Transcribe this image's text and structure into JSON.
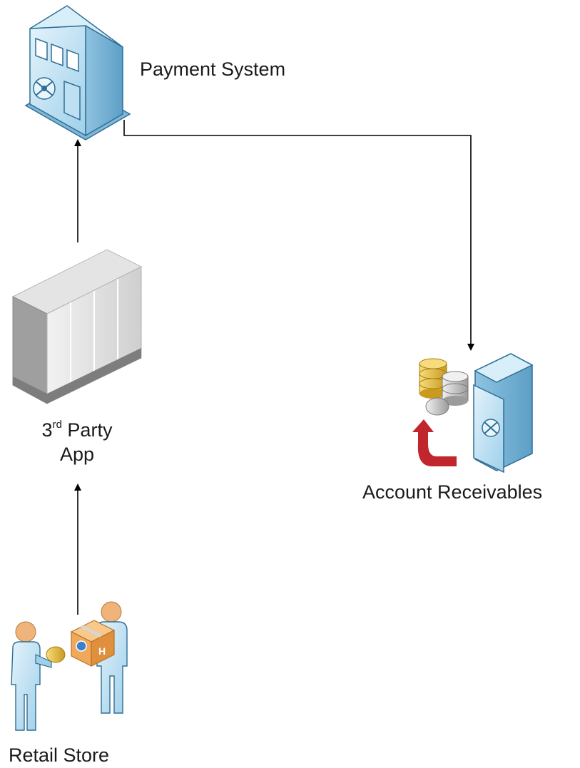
{
  "nodes": {
    "payment_system": {
      "label": "Payment System",
      "icon": "bank-building-icon"
    },
    "third_party_app": {
      "label_prefix": "3",
      "label_sup": "rd",
      "label_line1_rest": " Party",
      "label_line2": "App",
      "icon": "server-rack-icon"
    },
    "account_receivables": {
      "label": "Account Receivables",
      "icon": "vault-coins-icon"
    },
    "retail_store": {
      "label": "Retail Store",
      "icon": "people-exchange-icon"
    }
  },
  "edges": [
    {
      "from": "retail_store",
      "to": "third_party_app"
    },
    {
      "from": "third_party_app",
      "to": "payment_system"
    },
    {
      "from": "payment_system",
      "to": "account_receivables"
    }
  ],
  "colors": {
    "blue_light": "#cfe7f5",
    "blue_mid": "#8fc3e0",
    "blue_dark": "#2f6e95",
    "gray_light": "#e6e6e6",
    "gray_mid": "#c4c4c4",
    "gold": "#e8c14a",
    "red_arrow": "#c0262b",
    "skin": "#f0b47a"
  }
}
